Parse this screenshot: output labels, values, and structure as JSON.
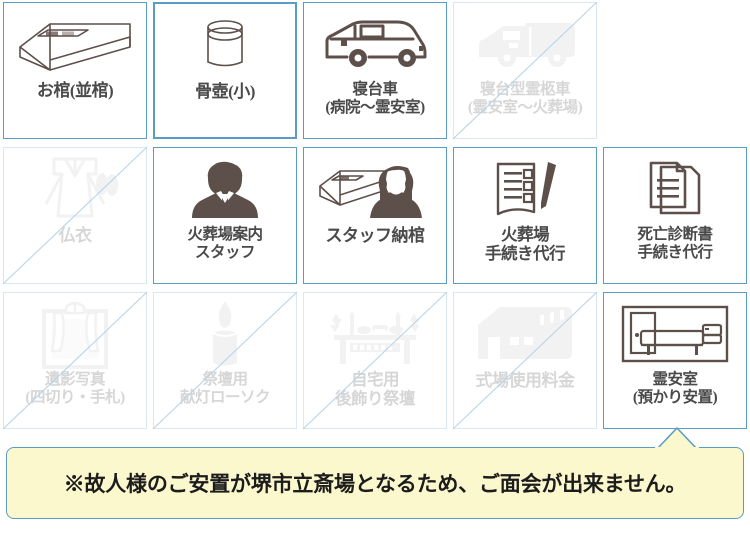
{
  "colors": {
    "cell_border": "#5a9dc4",
    "cell_border_disabled": "#d9e8f2",
    "strike": "#b8d4e8",
    "icon_dark": "#5d4f4a",
    "icon_faded": "#c9c9c9",
    "label": "#4a4a4a",
    "callout_bg": "#fbf8cd",
    "callout_border": "#5a9dc4",
    "callout_text": "#1c1c1c"
  },
  "grid": {
    "columns": 5,
    "rows": 3,
    "cells": [
      {
        "id": "coffin",
        "label": "お棺(並棺)",
        "icon": "coffin-icon",
        "state": "available",
        "lines": 1
      },
      {
        "id": "urn-small",
        "label": "骨壺(小)",
        "icon": "urn-icon",
        "state": "selected",
        "lines": 1
      },
      {
        "id": "hearse-van",
        "label": "寝台車\n(病院〜霊安室)",
        "icon": "van-icon",
        "state": "available",
        "lines": 2
      },
      {
        "id": "hearse-type",
        "label": "寝台型霊柩車\n(霊安室〜火葬場)",
        "icon": "truck-icon",
        "state": "disabled",
        "lines": 2
      },
      {
        "id": "spacer-r1c5",
        "label": "",
        "icon": "none",
        "state": "empty",
        "lines": 0
      },
      {
        "id": "buddhist-robe",
        "label": "仏衣",
        "icon": "robe-icon",
        "state": "disabled",
        "lines": 1
      },
      {
        "id": "crematory-staff",
        "label": "火葬場案内\nスタッフ",
        "icon": "staff-man-icon",
        "state": "available",
        "lines": 2
      },
      {
        "id": "staff-encoffin",
        "label": "スタッフ納棺",
        "icon": "staff-woman-coffin-icon",
        "state": "available",
        "lines": 1
      },
      {
        "id": "crematory-forms",
        "label": "火葬場\n手続き代行",
        "icon": "document-pen-icon",
        "state": "available",
        "lines": 2
      },
      {
        "id": "death-certificate",
        "label": "死亡診断書\n手続き代行",
        "icon": "documents-icon",
        "state": "available",
        "lines": 2
      },
      {
        "id": "portrait-photo",
        "label": "遺影写真\n(四切り・手札)",
        "icon": "framed-photo-icon",
        "state": "disabled",
        "lines": 2
      },
      {
        "id": "altar-candle",
        "label": "祭壇用\n献灯ローソク",
        "icon": "candle-icon",
        "state": "disabled",
        "lines": 2
      },
      {
        "id": "home-altar",
        "label": "自宅用\n後飾り祭壇",
        "icon": "altar-icon",
        "state": "disabled",
        "lines": 2
      },
      {
        "id": "hall-fee",
        "label": "式場使用料金",
        "icon": "hall-icon",
        "state": "disabled",
        "lines": 1
      },
      {
        "id": "mortuary-room",
        "label": "霊安室\n(預かり安置)",
        "icon": "mortuary-icon",
        "state": "available",
        "lines": 2
      }
    ]
  },
  "callout": {
    "text": "※故人様のご安置が堺市立斎場となるため、ご面会が出来ません。",
    "points_to": "mortuary-room"
  }
}
